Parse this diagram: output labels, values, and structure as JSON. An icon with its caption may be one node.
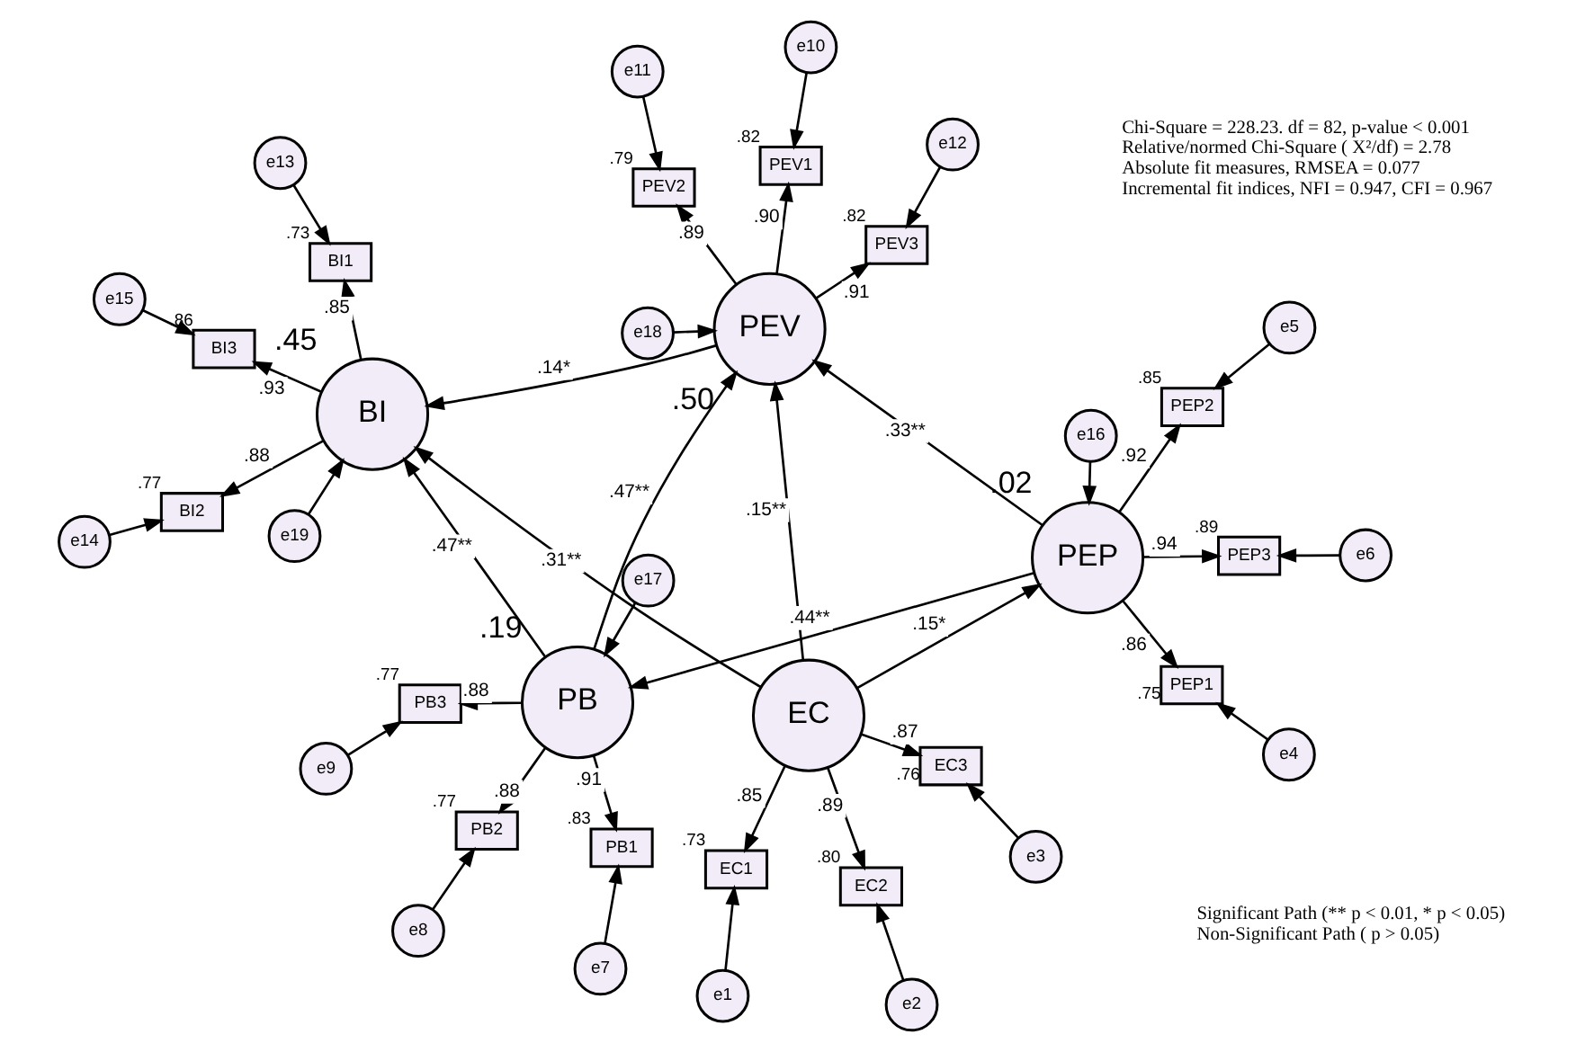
{
  "diagram": {
    "nodes": [
      {
        "text": [
          "EC"
        ]
      },
      {
        "text": [
          "EC1"
        ],
        "beside": [
          ".73"
        ]
      },
      {
        "text": [
          "EC2"
        ],
        "beside": [
          ".80"
        ]
      },
      {
        "text": [
          "EC3"
        ],
        "beside": [
          ".76"
        ]
      },
      {
        "text": [
          "e1"
        ]
      },
      {
        "text": [
          "e2"
        ]
      },
      {
        "text": [
          "e3"
        ]
      },
      {
        "text": [
          "e10"
        ]
      },
      {
        "text": [
          "e11"
        ]
      },
      {
        "text": [
          "e12"
        ]
      },
      {
        "text": [
          "PEV1"
        ],
        "beside": [
          ".82"
        ]
      },
      {
        "text": [
          "PEV2"
        ],
        "beside": [
          ".79"
        ]
      },
      {
        "text": [
          "PEV3"
        ],
        "beside": [
          ".82"
        ]
      },
      {
        "text": [
          "BI"
        ],
        "beside": [
          ".45"
        ]
      },
      {
        "text": [
          "e19"
        ]
      },
      {
        "text": [
          "BI1"
        ],
        "beside": [
          ".73"
        ]
      },
      {
        "text": [
          "BI2"
        ],
        "beside": [
          ".77"
        ]
      },
      {
        "text": [
          "BI3"
        ],
        "beside": [
          ".86"
        ]
      },
      {
        "text": [
          "e13"
        ]
      },
      {
        "text": [
          "e14"
        ]
      },
      {
        "text": [
          "e15"
        ]
      },
      {
        "text": [
          "PEV"
        ],
        "beside": [
          ".50"
        ]
      },
      {
        "text": [
          "e18"
        ]
      },
      {
        "text": [
          "PEP"
        ],
        "beside": [
          ".02"
        ]
      },
      {
        "text": [
          "PEP1"
        ],
        "beside": [
          ".75"
        ]
      },
      {
        "text": [
          "PEP2"
        ],
        "beside": [
          ".85"
        ]
      },
      {
        "text": [
          "PEP3"
        ],
        "beside": [
          ".89"
        ]
      },
      {
        "text": [
          "e4"
        ]
      },
      {
        "text": [
          "e5"
        ]
      },
      {
        "text": [
          "e6"
        ]
      },
      {
        "text": [
          "e16"
        ]
      },
      {
        "text": [
          "PB"
        ],
        "beside": [
          ".19"
        ]
      },
      {
        "text": [
          "PB1"
        ],
        "beside": [
          ".83"
        ]
      },
      {
        "text": [
          "PB2"
        ],
        "beside": [
          ".77"
        ]
      },
      {
        "text": [
          "PB3"
        ],
        "beside": [
          ".77"
        ]
      },
      {
        "text": [
          "e7"
        ]
      },
      {
        "text": [
          "e8"
        ]
      },
      {
        "text": [
          "e9"
        ]
      },
      {
        "text": [
          "e17"
        ]
      }
    ],
    "edges": [
      {
        "from": 4,
        "to": 1,
        "arrow": "to"
      },
      {
        "from": 5,
        "to": 2,
        "arrow": "to"
      },
      {
        "from": 6,
        "to": 3,
        "arrow": "to"
      },
      {
        "from": 0,
        "to": 1,
        "label": ".85",
        "arrow": "to"
      },
      {
        "from": 0,
        "to": 2,
        "label": ".89",
        "arrow": "to"
      },
      {
        "from": 0,
        "to": 3,
        "label": ".87",
        "arrow": "to"
      },
      {
        "from": 0,
        "to": 13,
        "label": ".31**",
        "arrow": "to"
      },
      {
        "from": 0,
        "to": 21,
        "label": ".15**",
        "arrow": "to"
      },
      {
        "from": 0,
        "to": 23,
        "label": ".15*",
        "arrow": "to"
      },
      {
        "from": 7,
        "to": 10,
        "arrow": "to"
      },
      {
        "from": 8,
        "to": 11,
        "arrow": "to"
      },
      {
        "from": 9,
        "to": 12,
        "arrow": "to"
      },
      {
        "from": 21,
        "to": 10,
        "label": ".90",
        "arrow": "to"
      },
      {
        "from": 21,
        "to": 11,
        "label": ".89",
        "arrow": "to"
      },
      {
        "from": 21,
        "to": 12,
        "label": ".91",
        "arrow": "to"
      },
      {
        "from": 22,
        "to": 21,
        "arrow": "to"
      },
      {
        "from": 14,
        "to": 13,
        "arrow": "to"
      },
      {
        "from": 13,
        "to": 15,
        "label": ".85",
        "arrow": "to"
      },
      {
        "from": 13,
        "to": 16,
        "label": ".88",
        "arrow": "to"
      },
      {
        "from": 13,
        "to": 17,
        "label": ".93",
        "arrow": "to"
      },
      {
        "from": 18,
        "to": 15,
        "arrow": "to"
      },
      {
        "from": 19,
        "to": 16,
        "arrow": "to"
      },
      {
        "from": 20,
        "to": 17,
        "arrow": "to"
      },
      {
        "from": 21,
        "to": 13,
        "label": ".14*",
        "arrow": "to"
      },
      {
        "from": 23,
        "to": 21,
        "label": ".33**",
        "arrow": "to"
      },
      {
        "from": 23,
        "to": 31,
        "label": ".44**",
        "arrow": "to"
      },
      {
        "from": 31,
        "to": 21,
        "label": ".47**",
        "arrow": "to"
      },
      {
        "from": 31,
        "to": 13,
        "label": ".47**",
        "arrow": "to"
      },
      {
        "from": 23,
        "to": 24,
        "label": ".86",
        "arrow": "to"
      },
      {
        "from": 23,
        "to": 25,
        "label": ".92",
        "arrow": "to"
      },
      {
        "from": 23,
        "to": 26,
        "label": ".94",
        "arrow": "to"
      },
      {
        "from": 27,
        "to": 24,
        "arrow": "to"
      },
      {
        "from": 28,
        "to": 25,
        "arrow": "to"
      },
      {
        "from": 29,
        "to": 26,
        "arrow": "to"
      },
      {
        "from": 30,
        "to": 23,
        "arrow": "to"
      },
      {
        "from": 38,
        "to": 31,
        "arrow": "to"
      },
      {
        "from": 31,
        "to": 32,
        "label": ".91",
        "arrow": "to"
      },
      {
        "from": 31,
        "to": 33,
        "label": ".88",
        "arrow": "to"
      },
      {
        "from": 31,
        "to": 34,
        "label": ".88",
        "arrow": "to"
      },
      {
        "from": 35,
        "to": 32,
        "arrow": "to"
      },
      {
        "from": 36,
        "to": 33,
        "arrow": "to"
      },
      {
        "from": 37,
        "to": 34,
        "arrow": "to"
      }
    ],
    "labels": [
      "Chi-Square = 228.23. df = 82, p-value < 0.001",
      "Relative/normed Chi-Square ( X²/df) = 2.78",
      "Absolute fit measures, RMSEA = 0.077",
      "Incremental fit indices, NFI = 0.947, CFI = 0.967"
    ],
    "legend": [
      {
        "text": "Significant Path (** p < 0.01, * p < 0.05)"
      },
      {
        "text": "Non-Significant Path ( p > 0.05)"
      }
    ]
  }
}
